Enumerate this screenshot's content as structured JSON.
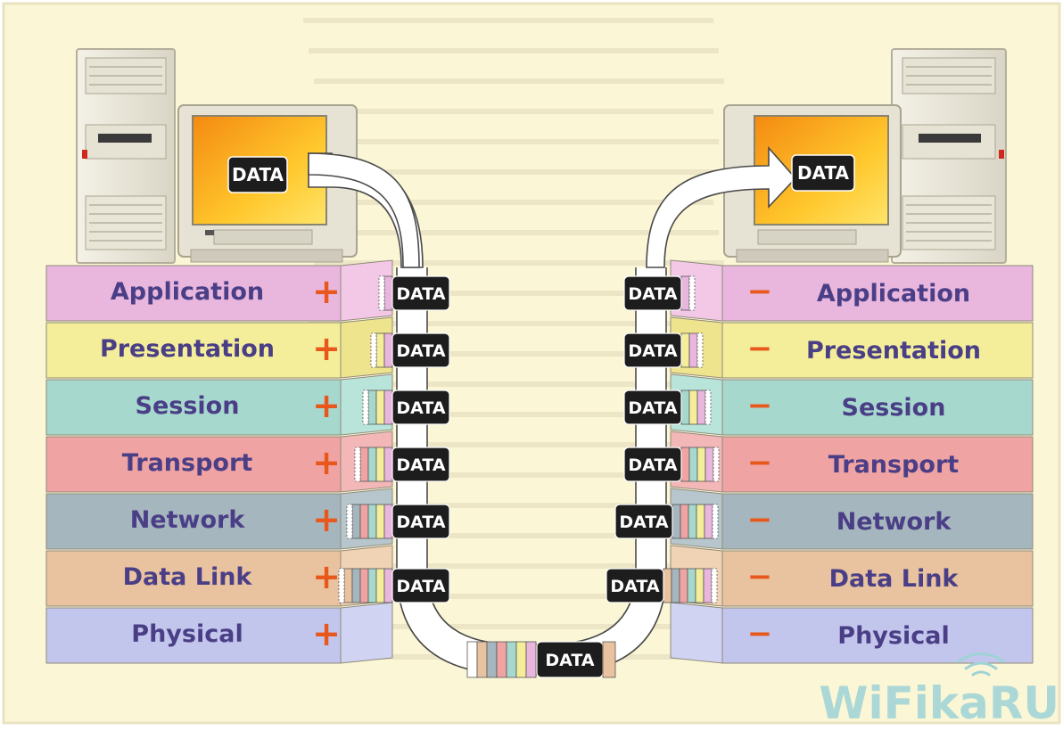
{
  "diagram": {
    "data_label": "DATA",
    "plus_sign": "+",
    "minus_sign": "−",
    "layers": [
      {
        "name": "Application",
        "color": "#e9b6dd",
        "header": "#f2c8e6"
      },
      {
        "name": "Presentation",
        "color": "#f4ee9a",
        "header": "#efe48e"
      },
      {
        "name": "Session",
        "color": "#a7d8ce",
        "header": "#b9e4da"
      },
      {
        "name": "Transport",
        "color": "#f0a3a3",
        "header": "#f3b7b7"
      },
      {
        "name": "Network",
        "color": "#a6b6be",
        "header": "#b7c6cd"
      },
      {
        "name": "Data Link",
        "color": "#e9c39f",
        "header": "#f0d2b4"
      },
      {
        "name": "Physical",
        "color": "#c3c6ec",
        "header": "#d0d3f2"
      }
    ],
    "colors": {
      "label_text": "#4a3f86",
      "plus": "#e8581d",
      "minus": "#e8581d",
      "paper": "#fbf6d5",
      "screen_outer": "#f49a1a",
      "screen_inner": "#ffd23a",
      "data_box": "#1e1e1e"
    }
  },
  "watermark": {
    "text": "WiFikaRU",
    "color": "#9ed3d6"
  }
}
